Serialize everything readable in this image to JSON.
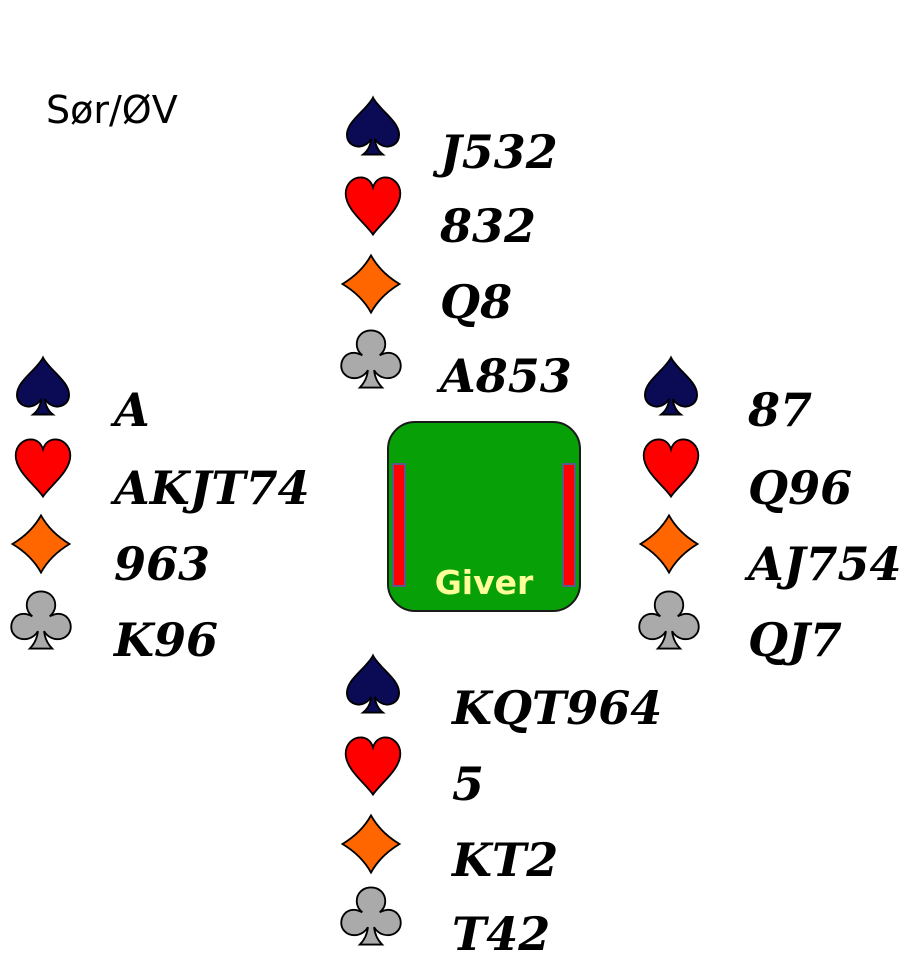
{
  "deal_info": "Sør/ØV",
  "dealer_label": "Giver",
  "colors": {
    "spade": "#0a0a55",
    "heart": "#ff0000",
    "diamond": "#ff6600",
    "club": "#aaaaaa",
    "table": "#07a007",
    "vulnerable": "#ff0000",
    "dealer_text": "#ffff99"
  },
  "hands": {
    "north": {
      "spades": "J532",
      "hearts": "832",
      "diamonds": "Q8",
      "clubs": "A853"
    },
    "west": {
      "spades": "A",
      "hearts": "AKJT74",
      "diamonds": "963",
      "clubs": "K96"
    },
    "east": {
      "spades": "87",
      "hearts": "Q96",
      "diamonds": "AJ754",
      "clubs": "QJ7"
    },
    "south": {
      "spades": "KQT964",
      "hearts": "5",
      "diamonds": "KT2",
      "clubs": "T42"
    }
  },
  "suit_icons": [
    "spade-icon",
    "heart-icon",
    "diamond-icon",
    "club-icon"
  ]
}
